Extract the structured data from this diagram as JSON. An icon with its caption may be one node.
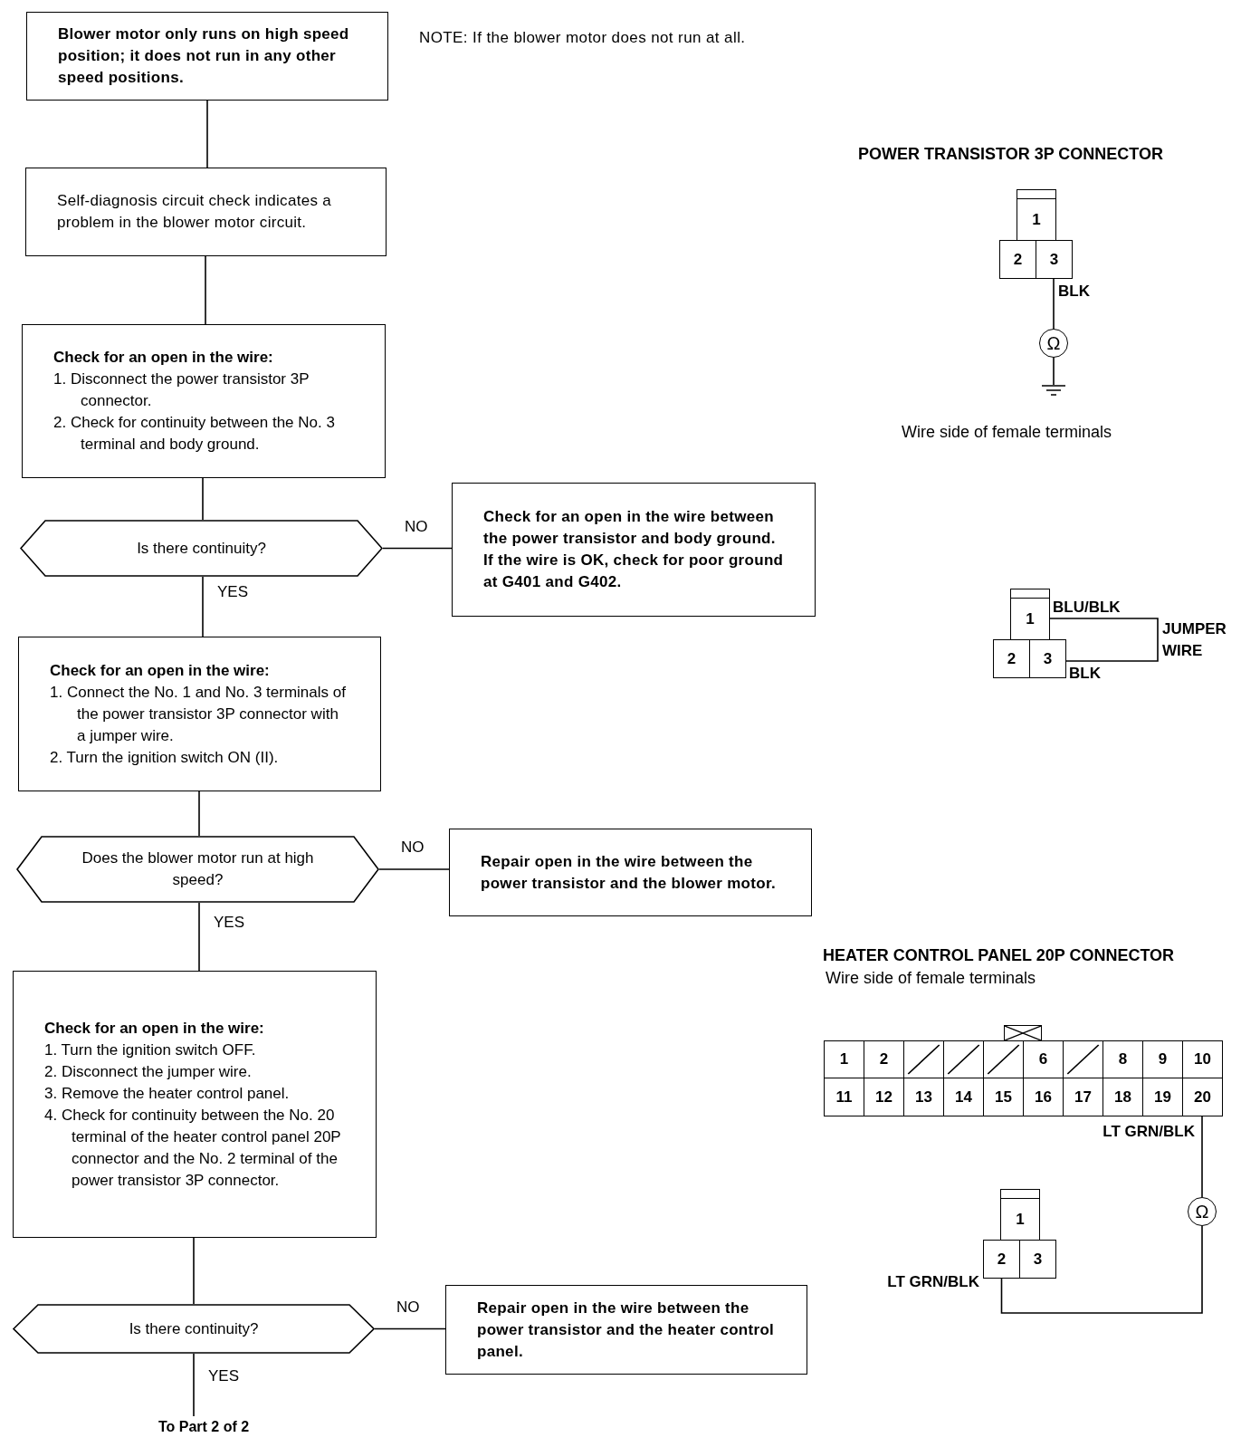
{
  "diagram": {
    "nodes": [
      {
        "text": [
          "Blower motor only runs on high speed position; it does not run in any other speed positions."
        ]
      },
      {
        "text": [
          "Self-diagnosis circuit check indicates a problem in the blower motor circuit."
        ]
      },
      {
        "text": [
          "Check for an open in the wire:",
          "1. Disconnect the power transistor 3P connector.",
          "2. Check for continuity between the No. 3 terminal and body ground."
        ]
      },
      {
        "text": [
          "Is there continuity?"
        ]
      },
      {
        "text": [
          "Check for an open in the wire between the power transistor and body ground. If the wire is OK, check for poor ground at G401 and G402."
        ]
      },
      {
        "text": [
          "Check for an open in the wire:",
          "1. Connect the No. 1 and No. 3 terminals of the power transistor 3P connector with a jumper wire.",
          "2. Turn the ignition switch ON (II)."
        ]
      },
      {
        "text": [
          "Does the blower motor run at high speed?"
        ]
      },
      {
        "text": [
          "Repair open in the wire between the power transistor and the blower motor."
        ]
      },
      {
        "text": [
          "Check for an open in the wire:",
          "1. Turn the ignition switch OFF.",
          "2. Disconnect the jumper wire.",
          "3. Remove the heater control panel.",
          "4. Check for continuity between the No. 20 terminal of the heater control panel 20P connector and the No. 2 terminal of the power transistor 3P connector."
        ]
      },
      {
        "text": [
          "Is there continuity?"
        ]
      },
      {
        "text": [
          "Repair open in the wire between the power transistor and the heater control panel."
        ]
      },
      {
        "text": [
          "To Part 2 of 2"
        ]
      },
      {
        "text": [
          "3"
        ]
      },
      {
        "text": [
          "Ω"
        ]
      },
      {
        "text": [],
        "shape": "ground"
      },
      {
        "text": [
          "1"
        ]
      },
      {
        "text": [
          "3"
        ]
      },
      {
        "text": [
          "20"
        ]
      },
      {
        "text": [
          "Ω"
        ]
      },
      {
        "text": [
          "2"
        ]
      }
    ],
    "edges": [
      {
        "from": 0,
        "to": 1,
        "arrow": "none"
      },
      {
        "from": 1,
        "to": 2,
        "arrow": "none"
      },
      {
        "from": 2,
        "to": 3,
        "arrow": "none"
      },
      {
        "from": 3,
        "to": 4,
        "arrow": "none",
        "label": "NO"
      },
      {
        "from": 3,
        "to": 5,
        "arrow": "none",
        "label": "YES"
      },
      {
        "from": 5,
        "to": 6,
        "arrow": "none"
      },
      {
        "from": 6,
        "to": 7,
        "arrow": "none",
        "label": "NO"
      },
      {
        "from": 6,
        "to": 8,
        "arrow": "none",
        "label": "YES"
      },
      {
        "from": 8,
        "to": 9,
        "arrow": "none"
      },
      {
        "from": 9,
        "to": 10,
        "arrow": "none",
        "label": "NO"
      },
      {
        "from": 9,
        "to": 11,
        "arrow": "none",
        "label": "YES"
      },
      {
        "from": 12,
        "to": 13,
        "arrow": "none"
      },
      {
        "from": 13,
        "to": 14,
        "arrow": "none"
      },
      {
        "from": 15,
        "to": 16,
        "arrow": "none"
      },
      {
        "from": 17,
        "to": 18,
        "arrow": "none"
      },
      {
        "from": 18,
        "to": 19,
        "arrow": "none"
      }
    ],
    "labels": [
      "NOTE: If the blower motor does not run at all.",
      "POWER TRANSISTOR 3P CONNECTOR",
      "1",
      "2",
      "BLK",
      "Wire side of female terminals",
      "BLU/BLK",
      "JUMPER WIRE",
      "2",
      "BLK",
      "HEATER CONTROL PANEL 20P CONNECTOR",
      "Wire side of female terminals",
      "1",
      "2",
      "6",
      "8",
      "9",
      "10",
      "11",
      "12",
      "13",
      "14",
      "15",
      "16",
      "17",
      "18",
      "19",
      "LT GRN/BLK",
      "1",
      "3",
      "LT GRN/BLK"
    ]
  }
}
